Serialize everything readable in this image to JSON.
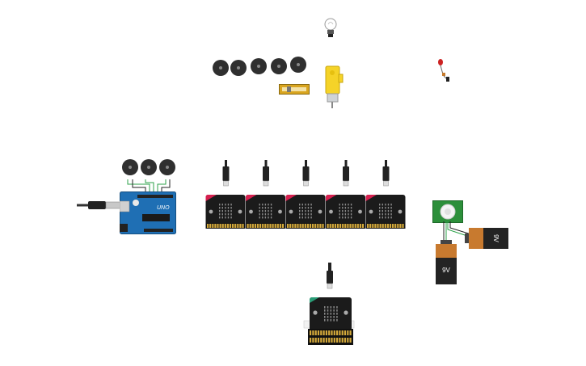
{
  "canvas": {
    "background": "#ffffff"
  },
  "components": {
    "lightbulb": {
      "icon": "lightbulb-icon"
    },
    "piezo_buzzers_top": {
      "count": 5,
      "icon": "piezo-buzzer-icon"
    },
    "slide_potentiometer": {
      "icon": "slide-potentiometer-icon"
    },
    "dc_motor": {
      "icon": "hobby-gearmotor-icon",
      "color": "#f5d328"
    },
    "led": {
      "icon": "led-icon",
      "color": "#cc2222"
    },
    "arduino": {
      "icon": "arduino-uno-icon",
      "color": "#1f6fb4",
      "logo_text": "UNO"
    },
    "piezo_buzzers_arduino": {
      "count": 3
    },
    "microbits_row": {
      "count": 5,
      "accent": "#d6204f"
    },
    "microbit_single": {
      "accent": "#2a9d77"
    },
    "pir_sensor": {
      "icon": "pir-sensor-icon",
      "color": "#2c8f3a"
    },
    "battery_right": {
      "label": "9V"
    },
    "battery_bottom": {
      "label": "9V"
    }
  }
}
